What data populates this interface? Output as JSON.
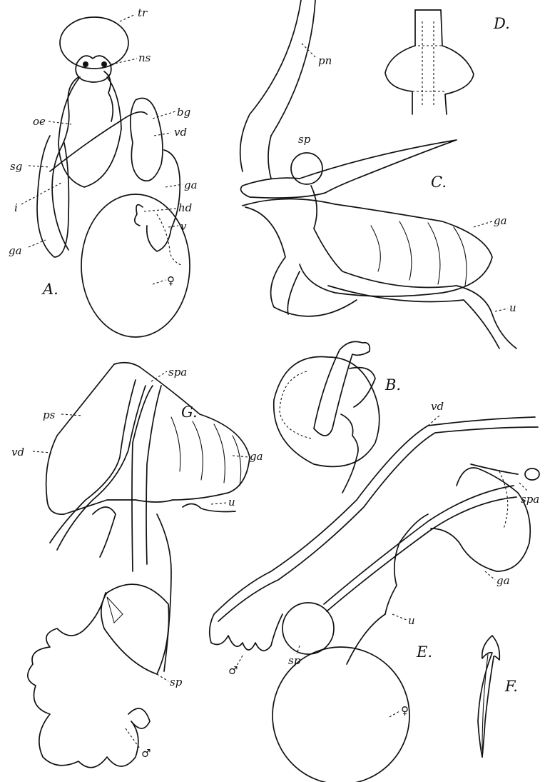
{
  "figures": {
    "A": {
      "label": "A.",
      "callouts": {
        "tr": "tr",
        "ns": "ns",
        "oe": "oe",
        "bg": "bg",
        "vd": "vd",
        "sg": "sg",
        "ga_right": "ga",
        "i": "i",
        "hd": "hd",
        "v": "v",
        "ga_left": "ga",
        "female": "♀"
      }
    },
    "B": {
      "label": "B."
    },
    "C": {
      "label": "C.",
      "callouts": {
        "pn": "pn",
        "sp": "sp",
        "ga": "ga",
        "u": "u"
      }
    },
    "D": {
      "label": "D."
    },
    "E": {
      "label": "E.",
      "callouts": {
        "vd": "vd",
        "spa": "spa",
        "ga": "ga",
        "u": "u",
        "sp": "sp",
        "male": "♂",
        "female": "♀"
      }
    },
    "F": {
      "label": "F."
    },
    "G": {
      "label": "G.",
      "callouts": {
        "spa": "spa",
        "ps": "ps",
        "ga": "ga",
        "vd": "vd",
        "u": "u",
        "sp": "sp",
        "male": "♂"
      }
    }
  }
}
